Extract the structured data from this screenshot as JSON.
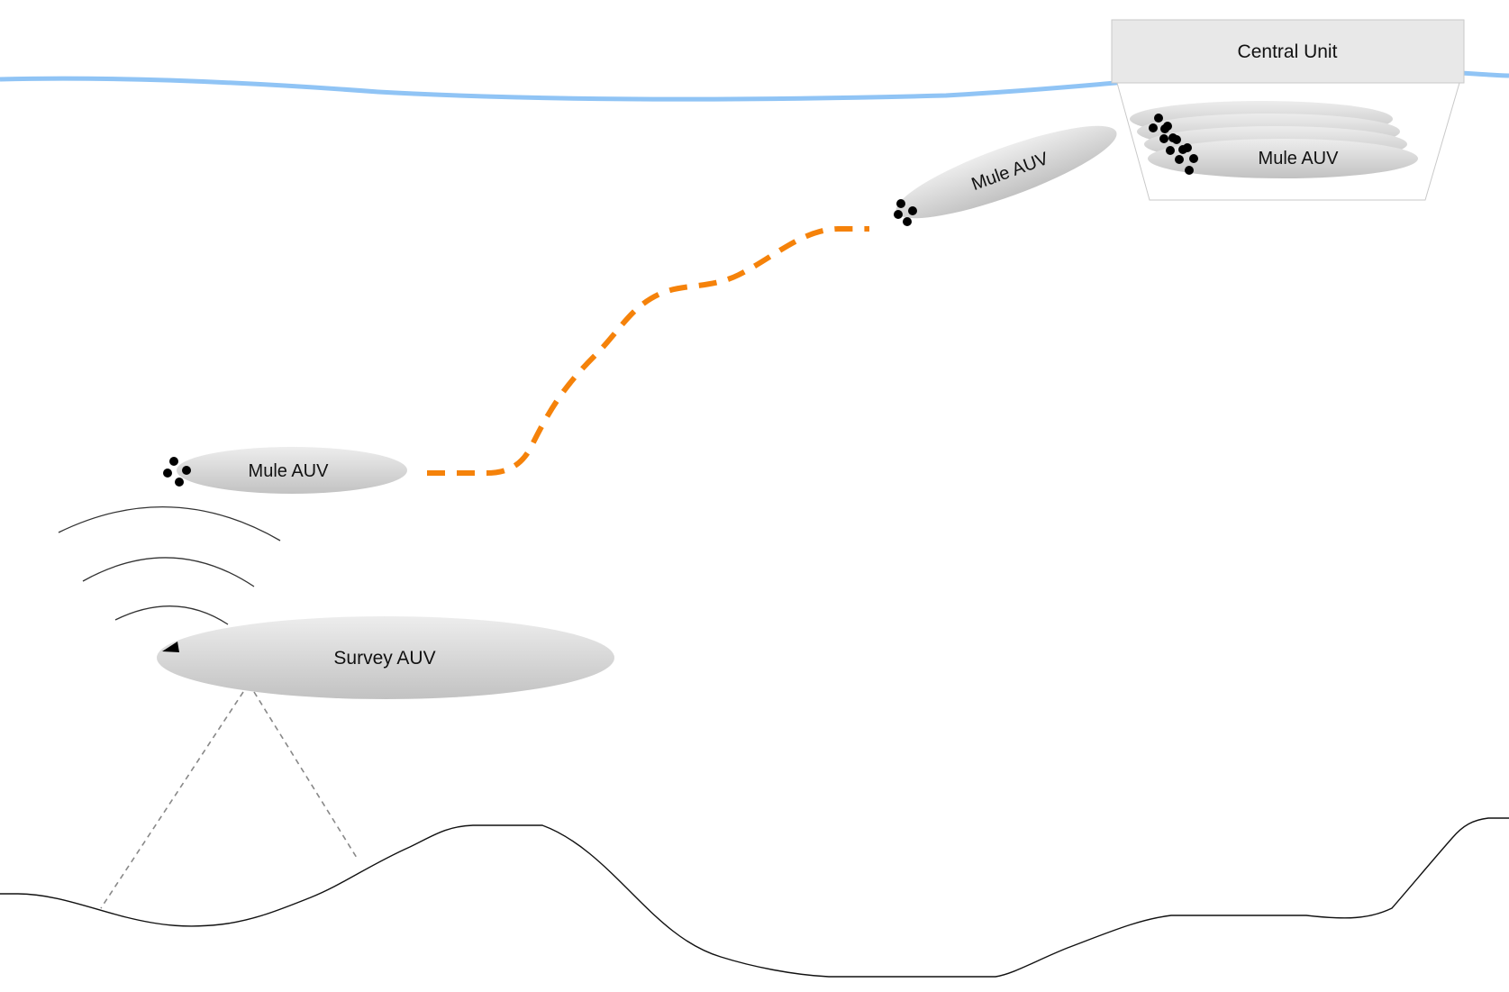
{
  "central_unit": {
    "label": "Central Unit"
  },
  "mule_docked": {
    "label": "Mule AUV"
  },
  "mule_transit": {
    "label": "Mule AUV"
  },
  "mule_near_survey": {
    "label": "Mule AUV"
  },
  "survey_auv": {
    "label": "Survey AUV"
  },
  "colors": {
    "water_surface": "#90c4f5",
    "path": "#f5820a",
    "hull_light": "#ececec",
    "hull_dark": "#c4c4c4",
    "box_fill": "#e8e8e8",
    "box_stroke": "#c9c9c9",
    "seabed": "#111111",
    "sonar_beam": "#888888"
  }
}
